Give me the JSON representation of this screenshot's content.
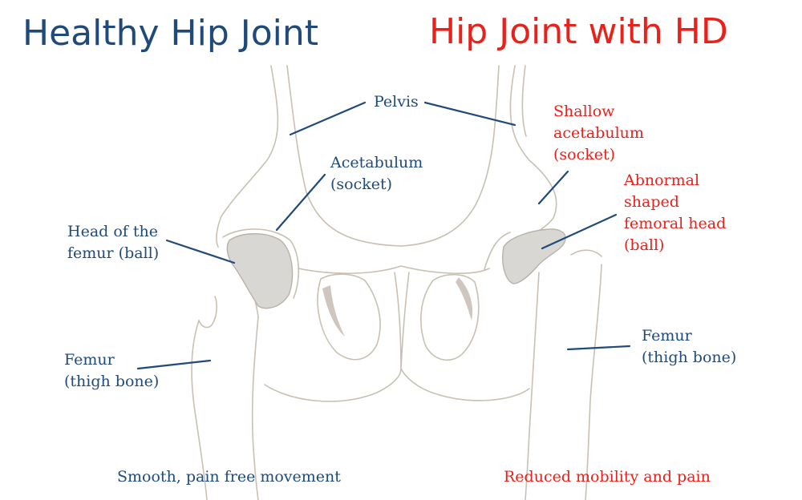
{
  "titles": {
    "healthy": "Healthy Hip Joint",
    "dysplasia": "Hip Joint with HD"
  },
  "labels": {
    "pelvis": "Pelvis",
    "acetabulum": [
      "Acetabulum",
      "(socket)"
    ],
    "head_of_femur": [
      "Head of the",
      "femur (ball)"
    ],
    "femur_left": [
      "Femur",
      "(thigh bone)"
    ],
    "shallow_acetabulum": [
      "Shallow",
      "acetabulum",
      "(socket)"
    ],
    "abnormal_head": [
      "Abnormal",
      "shaped",
      "femoral head",
      "(ball)"
    ],
    "femur_right": [
      "Femur",
      "(thigh bone)"
    ]
  },
  "captions": {
    "healthy": "Smooth, pain free movement",
    "dysplasia": "Reduced mobility and pain"
  },
  "colors": {
    "healthy": "#1f4a7a",
    "dysplasia": "#e8211b",
    "sketch": "#c8c0b2",
    "bone_fill": "#d9d7d3"
  }
}
